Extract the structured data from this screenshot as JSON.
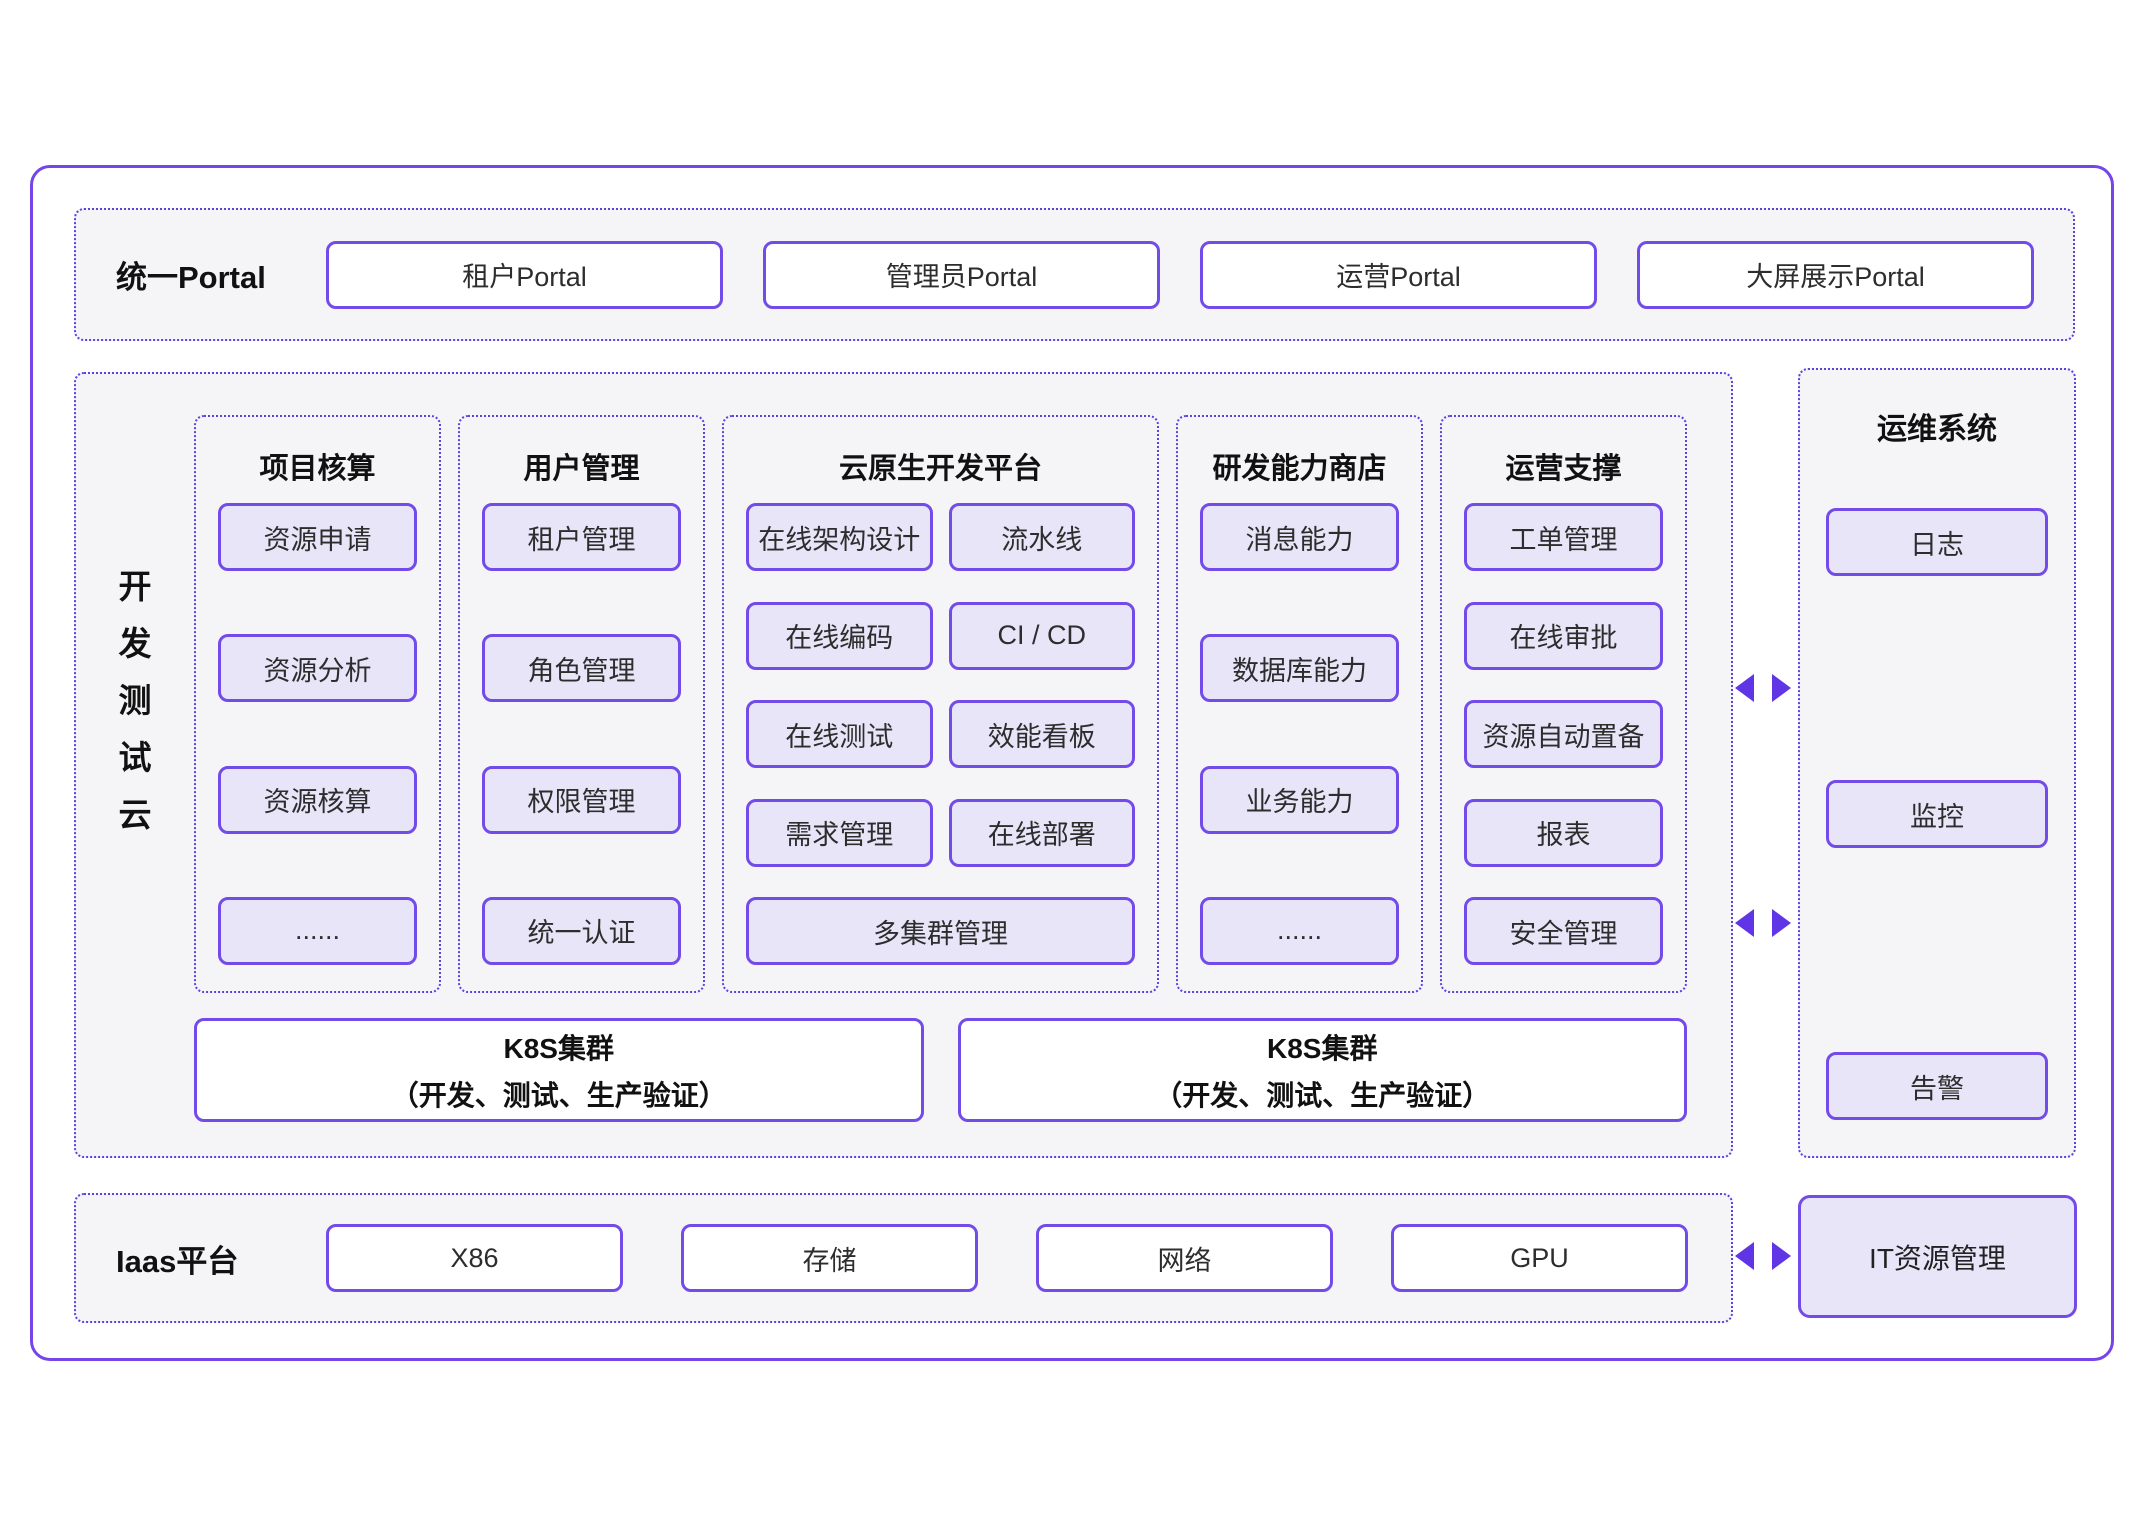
{
  "colors": {
    "accent_purple": "#7645e8",
    "dashed_border_purple": "#5b43e0",
    "box_border_purple": "#724be8",
    "lavender_fill": "#e9e5f9",
    "band_background": "#f5f5f8",
    "arrow_purple": "#5f35e6"
  },
  "portal_band": {
    "label": "统一Portal",
    "items": [
      "租户Portal",
      "管理员Portal",
      "运营Portal",
      "大屏展示Portal"
    ]
  },
  "dev_cloud": {
    "label_chars": [
      "开",
      "发",
      "测",
      "试",
      "云"
    ],
    "columns": [
      {
        "title": "项目核算",
        "items": [
          "资源申请",
          "资源分析",
          "资源核算",
          "......"
        ]
      },
      {
        "title": "用户管理",
        "items": [
          "租户管理",
          "角色管理",
          "权限管理",
          "统一认证"
        ]
      },
      {
        "title": "云原生开发平台",
        "pairs": [
          [
            "在线架构设计",
            "流水线"
          ],
          [
            "在线编码",
            "CI / CD"
          ],
          [
            "在线测试",
            "效能看板"
          ],
          [
            "需求管理",
            "在线部署"
          ]
        ],
        "full_width_item": "多集群管理"
      },
      {
        "title": "研发能力商店",
        "items": [
          "消息能力",
          "数据库能力",
          "业务能力",
          "......"
        ]
      },
      {
        "title": "运营支撑",
        "items": [
          "工单管理",
          "在线审批",
          "资源自动置备",
          "报表",
          "安全管理"
        ]
      }
    ],
    "k8s_clusters": [
      {
        "line1": "K8S集群",
        "line2": "（开发、测试、生产验证）"
      },
      {
        "line1": "K8S集群",
        "line2": "（开发、测试、生产验证）"
      }
    ]
  },
  "ops_system": {
    "title": "运维系统",
    "items": [
      "日志",
      "监控",
      "告警"
    ]
  },
  "iaas": {
    "label": "Iaas平台",
    "items": [
      "X86",
      "存储",
      "网络",
      "GPU"
    ]
  },
  "it_resource_mgmt": {
    "label": "IT资源管理"
  }
}
